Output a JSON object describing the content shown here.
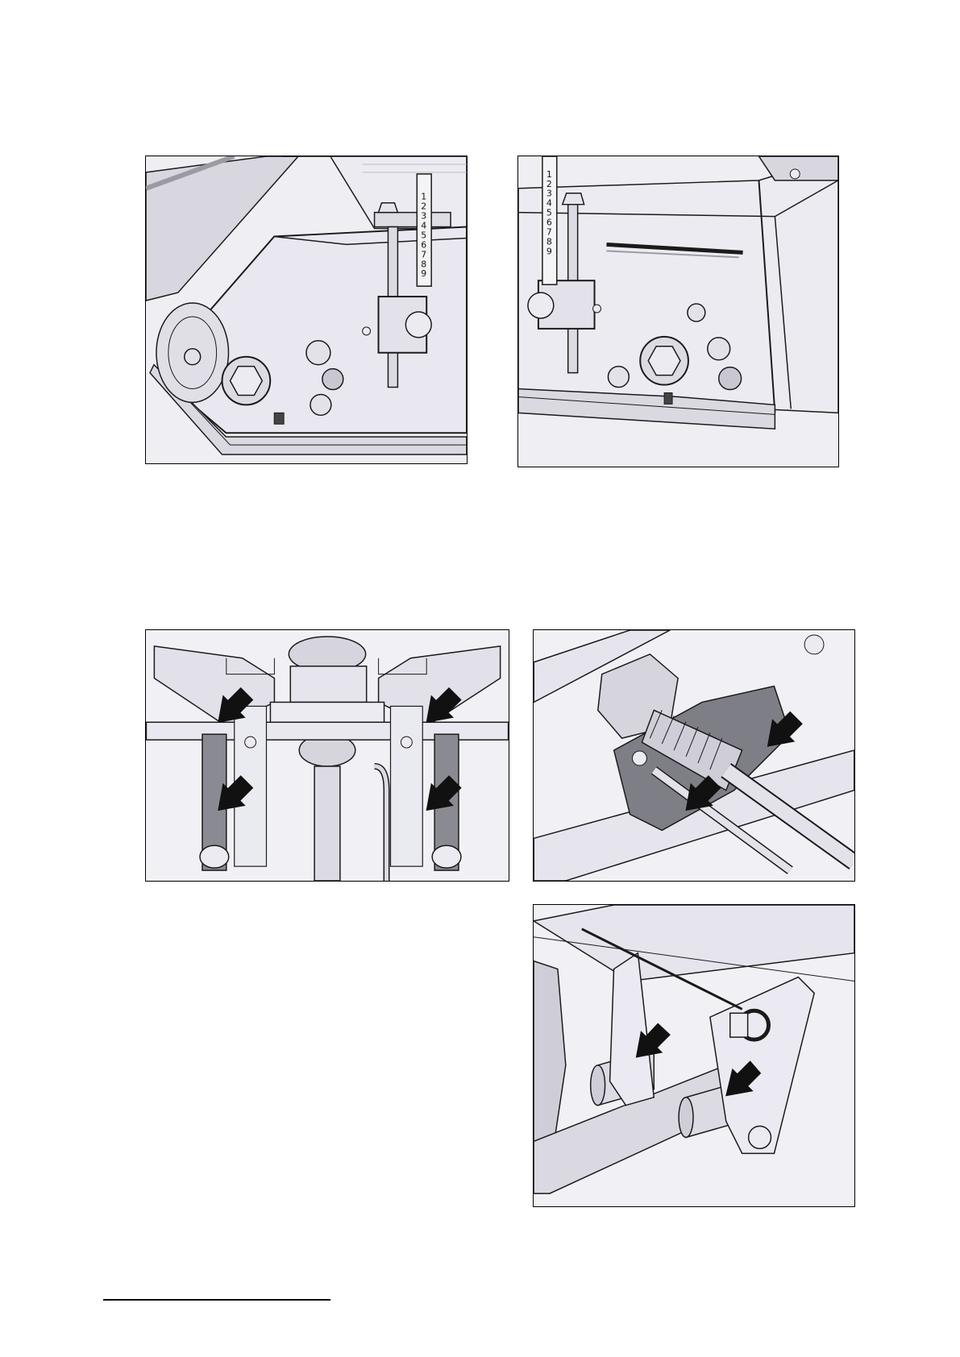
{
  "figures": [
    {
      "id": "fig-1",
      "subject": "gearbox-side-plate-left",
      "icon": "machine-part-illustration",
      "scale_marks": [
        "1",
        "2",
        "3",
        "4",
        "5",
        "6",
        "7",
        "8",
        "9"
      ]
    },
    {
      "id": "fig-2",
      "subject": "gearbox-side-plate-right",
      "icon": "machine-part-illustration",
      "scale_marks": [
        "1",
        "2",
        "3",
        "4",
        "5",
        "6",
        "7",
        "8",
        "9"
      ]
    },
    {
      "id": "fig-3",
      "subject": "headstock-lubrication-points",
      "icon": "arrow-callout-icon",
      "arrow_count": 4
    },
    {
      "id": "fig-4",
      "subject": "driveline-bracket-lubrication-points",
      "icon": "arrow-callout-icon",
      "arrow_count": 2
    },
    {
      "id": "fig-5",
      "subject": "hinge-pivot-lubrication-points",
      "icon": "arrow-callout-icon",
      "arrow_count": 2
    }
  ],
  "colors": {
    "line": "#1a1a1a",
    "metal_light": "#e6e5ee",
    "metal_mid": "#cfced8",
    "metal_dark": "#8a8a92",
    "arrow": "#111111",
    "page": "#ffffff"
  },
  "footnote": {
    "rule": true
  }
}
